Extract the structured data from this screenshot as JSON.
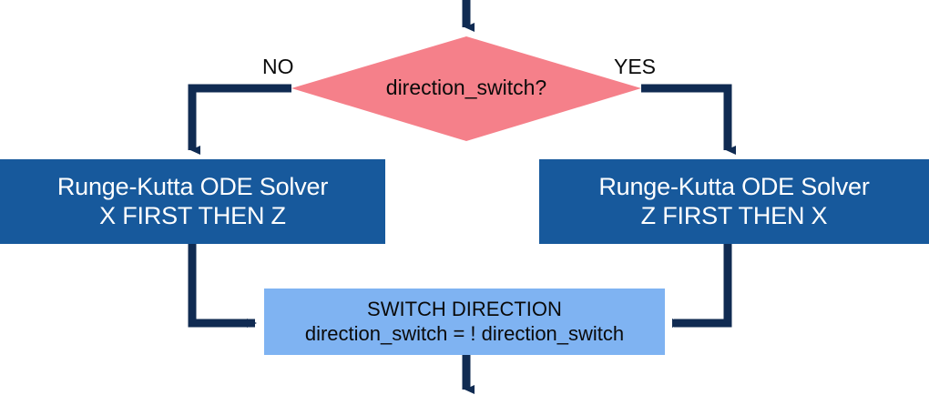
{
  "diagram": {
    "title": "ODE solver direction switch flowchart",
    "type": "flowchart",
    "colors": {
      "background": "#ffffff",
      "decision_fill": "#F5808A",
      "process_fill": "#17599C",
      "process_text": "#ffffff",
      "action_fill": "#7FB3F2",
      "action_text": "#0a0a0a",
      "connector": "#102B52",
      "label_text": "#0a0a0a"
    }
  },
  "decision": {
    "name": "direction-switch-decision",
    "text": "direction_switch?",
    "branch_no": "NO",
    "branch_yes": "YES"
  },
  "process_left": {
    "name": "runge-kutta-x-first",
    "line1": "Runge-Kutta ODE Solver",
    "line2": "X FIRST THEN Z"
  },
  "process_right": {
    "name": "runge-kutta-z-first",
    "line1": "Runge-Kutta ODE Solver",
    "line2": "Z FIRST THEN X"
  },
  "action": {
    "name": "switch-direction",
    "line1": "SWITCH DIRECTION",
    "line2": "direction_switch = ! direction_switch"
  },
  "connectors": [
    {
      "name": "entry-arrow-into-decision",
      "from": "top-of-page",
      "to": "direction-switch-decision"
    },
    {
      "name": "no-branch-connector",
      "from": "direction-switch-decision",
      "to": "runge-kutta-x-first",
      "label": "NO"
    },
    {
      "name": "yes-branch-connector",
      "from": "direction-switch-decision",
      "to": "runge-kutta-z-first",
      "label": "YES"
    },
    {
      "name": "left-to-switch-connector",
      "from": "runge-kutta-x-first",
      "to": "switch-direction"
    },
    {
      "name": "right-to-switch-connector",
      "from": "runge-kutta-z-first",
      "to": "switch-direction"
    },
    {
      "name": "exit-arrow-from-switch",
      "from": "switch-direction",
      "to": "bottom-of-page"
    }
  ]
}
